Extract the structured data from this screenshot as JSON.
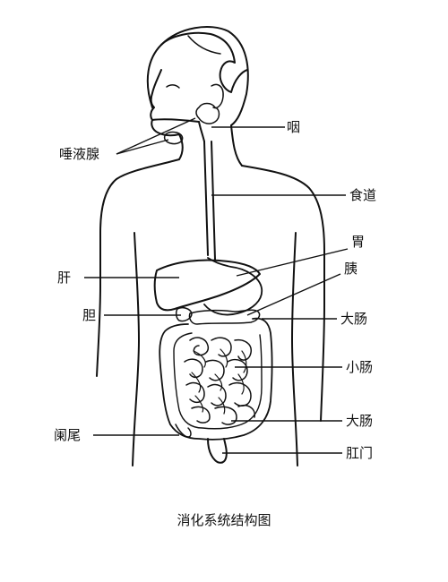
{
  "caption": "消化系统结构图",
  "labels": {
    "pharynx": "咽",
    "salivary_glands": "唾液腺",
    "esophagus": "食道",
    "stomach": "胃",
    "pancreas": "胰",
    "liver": "肝",
    "gallbladder": "胆",
    "large_intestine_upper": "大肠",
    "small_intestine": "小肠",
    "appendix": "阑尾",
    "large_intestine_lower": "大肠",
    "anus": "肛门"
  }
}
